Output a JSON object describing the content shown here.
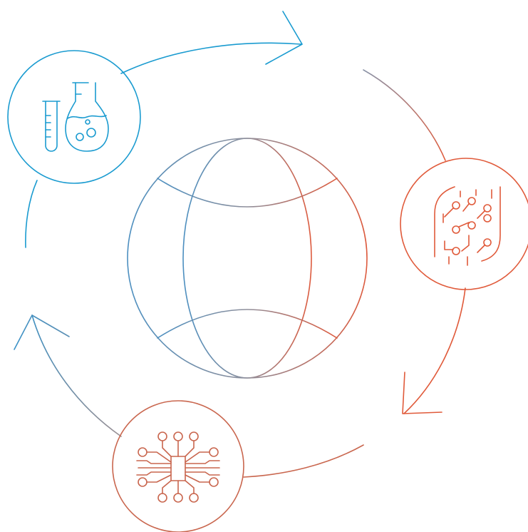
{
  "colors": {
    "blue": "#1a9bd0",
    "orange": "#e05a3a",
    "slate": "#7f8fa6",
    "rust": "#c9664e",
    "background": "#ffffff"
  },
  "diagram": {
    "center": {
      "icon": "globe-icon"
    },
    "nodes": [
      {
        "position": "top-left",
        "icon": "lab-flasks-icon",
        "color": "blue"
      },
      {
        "position": "right",
        "icon": "circuit-network-icon",
        "color": "orange"
      },
      {
        "position": "bottom",
        "icon": "microchip-network-icon",
        "color": "rust"
      }
    ],
    "arrows": [
      {
        "from": "top-left",
        "to": "right",
        "direction": "clockwise"
      },
      {
        "from": "right",
        "to": "bottom",
        "direction": "clockwise"
      },
      {
        "from": "bottom",
        "to": "top-left",
        "direction": "clockwise"
      }
    ]
  }
}
